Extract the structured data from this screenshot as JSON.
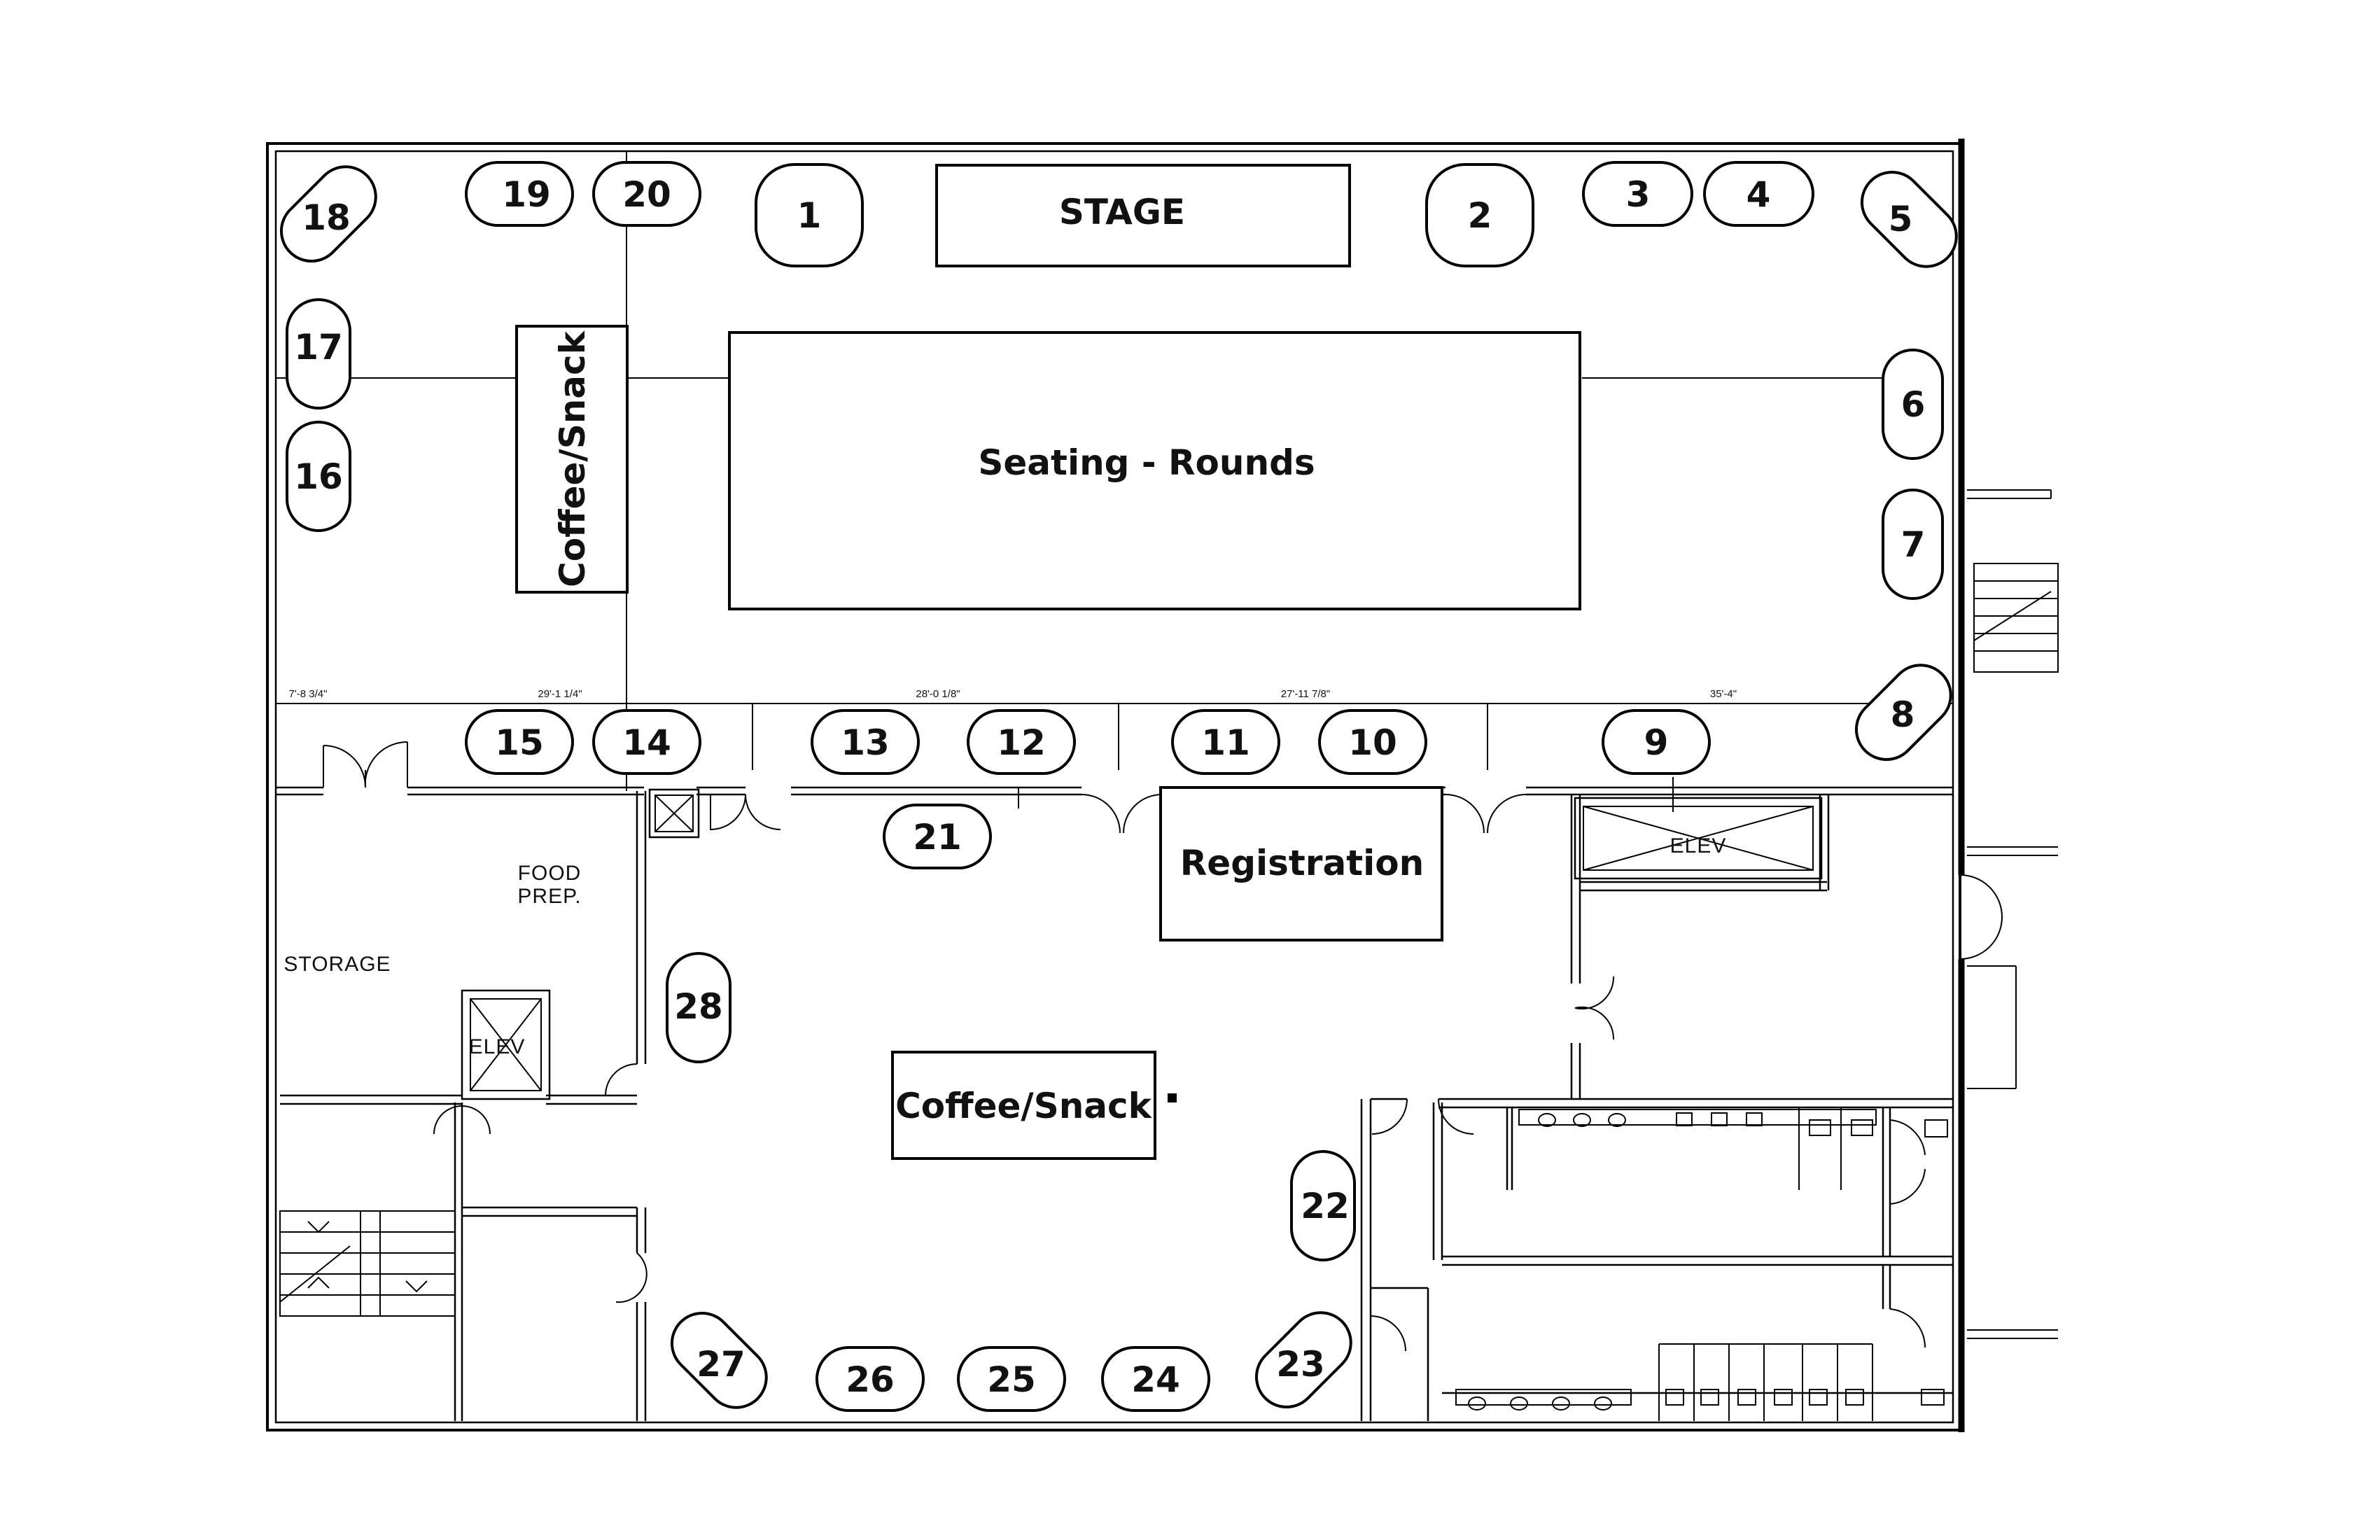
{
  "plan": {
    "stage_label": "STAGE",
    "seating_label": "Seating - Rounds",
    "coffee_label_upper": "Coffee/Snack",
    "coffee_label_lower": "Coffee/Snack",
    "registration_label": "Registration",
    "rooms": {
      "food_prep_line1": "FOOD",
      "food_prep_line2": "PREP.",
      "storage": "STORAGE",
      "elev_left": "ELEV",
      "elev_right": "ELEV"
    },
    "dimensions": {
      "d1": "7'-8 3/4\"",
      "d2": "29'-1 1/4\"",
      "d3": "28'-0 1/8\"",
      "d4": "27'-11 7/8\"",
      "d5": "35'-4\""
    },
    "booths": [
      "1",
      "2",
      "3",
      "4",
      "5",
      "6",
      "7",
      "8",
      "9",
      "10",
      "11",
      "12",
      "13",
      "14",
      "15",
      "16",
      "17",
      "18",
      "19",
      "20",
      "21",
      "22",
      "23",
      "24",
      "25",
      "26",
      "27",
      "28"
    ]
  }
}
